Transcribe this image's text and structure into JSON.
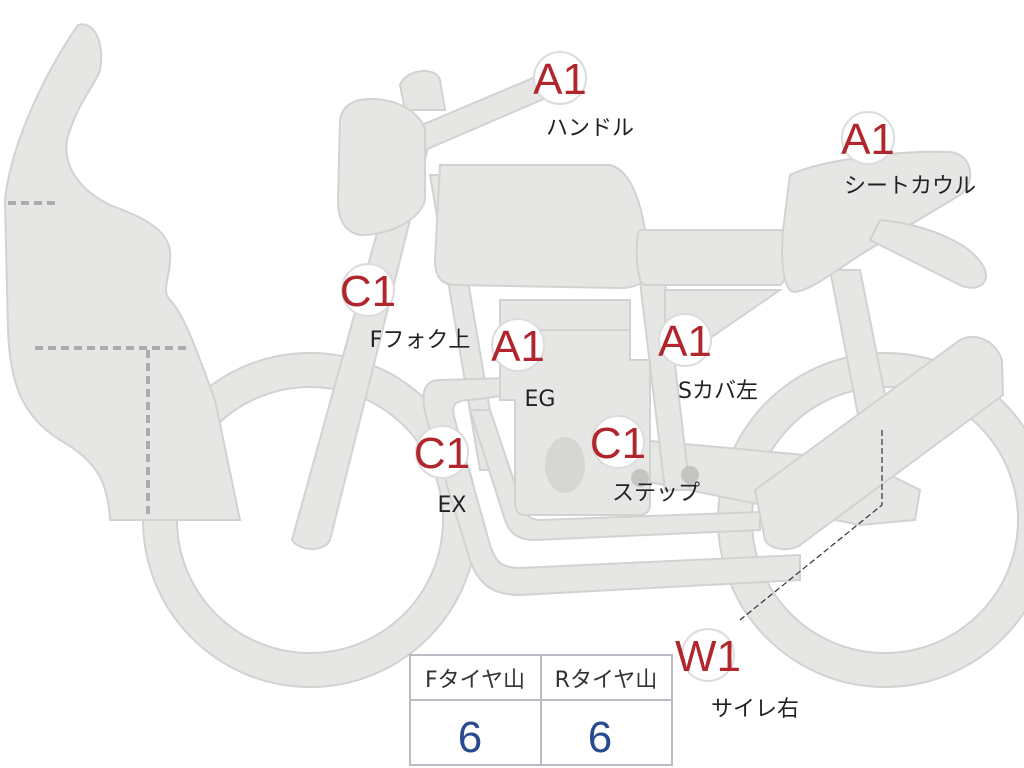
{
  "colors": {
    "body_fill": "#e6e6e4",
    "body_stroke": "#d2d2d0",
    "badge_text": "#b0262c",
    "table_value": "#2a4a8f",
    "dash": "#a8acb0"
  },
  "inspection_points": [
    {
      "id": "handle",
      "grade": "A1",
      "label": "ハンドル"
    },
    {
      "id": "seatcowl",
      "grade": "A1",
      "label": "シートカウル"
    },
    {
      "id": "ffork",
      "grade": "C1",
      "label": "Fフォク上"
    },
    {
      "id": "engine",
      "grade": "A1",
      "label": "EG"
    },
    {
      "id": "scover",
      "grade": "A1",
      "label": "Sカバ左"
    },
    {
      "id": "exhaust",
      "grade": "C1",
      "label": "EX"
    },
    {
      "id": "step",
      "grade": "C1",
      "label": "ステップ"
    },
    {
      "id": "muffler",
      "grade": "W1",
      "label": "サイレ右"
    }
  ],
  "tire_table": {
    "front_header": "Fタイヤ山",
    "rear_header": "Rタイヤ山",
    "front_value": "6",
    "rear_value": "6"
  }
}
